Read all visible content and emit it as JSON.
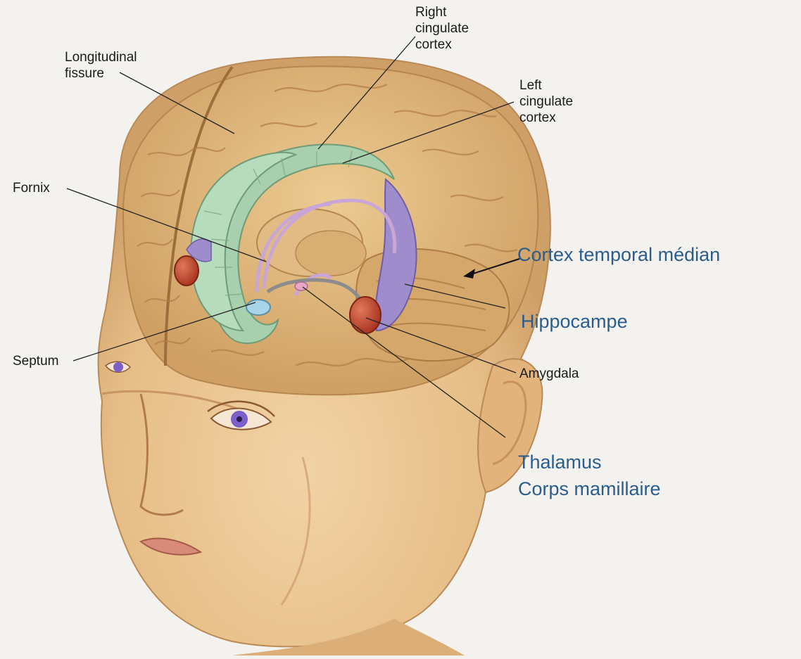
{
  "labels": {
    "right_cingulate": [
      "Right",
      "cingulate",
      "cortex"
    ],
    "longitudinal_fissure": [
      "Longitudinal",
      "fissure"
    ],
    "left_cingulate": [
      "Left",
      "cingulate",
      "cortex"
    ],
    "fornix": "Fornix",
    "septum": "Septum",
    "amygdala": "Amygdala",
    "cortex_temporal": "Cortex temporal médian",
    "hippocampe": "Hippocampe",
    "thalamus": "Thalamus",
    "corps_mamillaire": "Corps mamillaire"
  },
  "colors": {
    "skin": "#e9c596",
    "brain": "#dcb477",
    "cingulate": "#a8cfae",
    "hippocampus": "#9f8ccc",
    "fornix": "#c9a6d6",
    "amygdala": "#c2452e",
    "septum": "#a9d3e6",
    "label_en": "#1a1a1a",
    "label_fr": "#2a5d8f"
  }
}
